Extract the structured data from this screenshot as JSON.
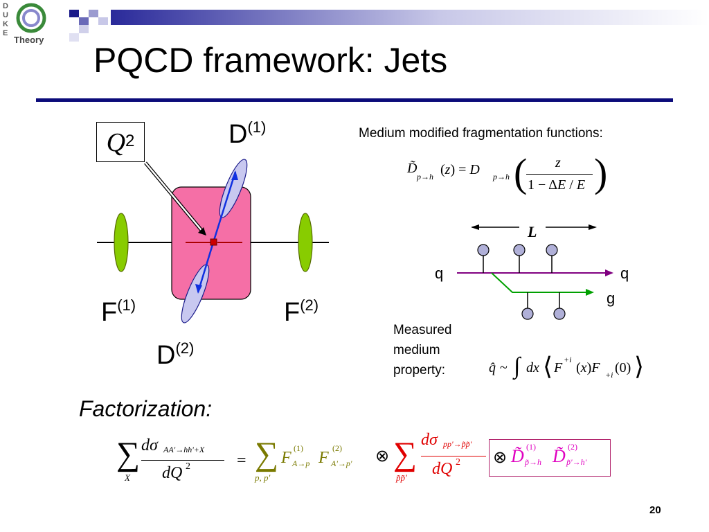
{
  "slide": {
    "title": "PQCD framework: Jets",
    "slide_number": "20",
    "logo_text": "Theory",
    "logo_letters": [
      "D",
      "U",
      "K",
      "E"
    ]
  },
  "diagram": {
    "q_squared": "Q",
    "q_squared_sup": "2",
    "d1_label": "D",
    "d1_sup": "(1)",
    "d2_label": "D",
    "d2_sup": "(2)",
    "f1_label": "F",
    "f1_sup": "(1)",
    "f2_label": "F",
    "f2_sup": "(2)"
  },
  "right_panel": {
    "mmff_heading": "Medium modified fragmentation functions:",
    "jet_length_label": "L",
    "quark_in_label": "q",
    "quark_out_label": "q",
    "gluon_label": "g",
    "measured_lines": [
      "Measured",
      "medium",
      "property:"
    ]
  },
  "factorization": {
    "label": "Factorization:"
  },
  "colors": {
    "title_rule": "#0b0b7a",
    "medium_box": "#f56fa6",
    "jet_ellipse": "#c8c8f0",
    "f_ellipse": "#88cc00",
    "quark_line": "#800080",
    "gluon_line": "#00a000",
    "formula_olive": "#7a7a00",
    "formula_red": "#e00000"
  }
}
